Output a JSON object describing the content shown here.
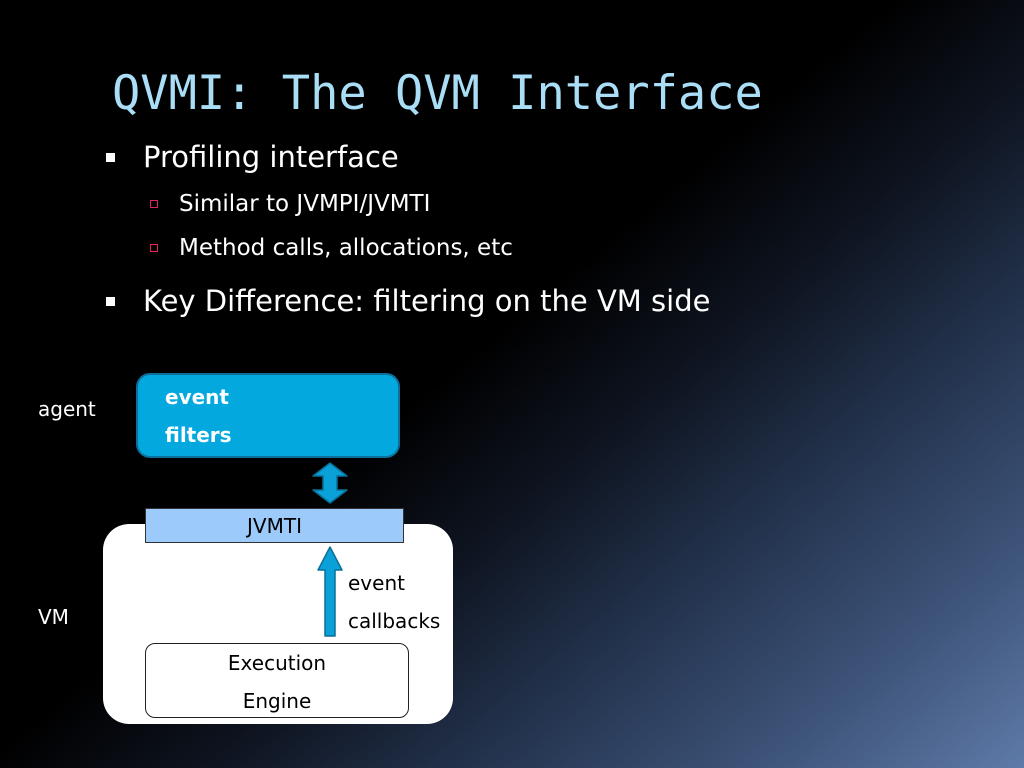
{
  "slide": {
    "title": "QVMI: The QVM Interface",
    "bullets": [
      {
        "text": "Profiling interface",
        "sub": [
          "Similar to JVMPI/JVMTI",
          "Method calls, allocations, etc"
        ]
      },
      {
        "text": "Key Difference: filtering on the VM side",
        "sub": []
      }
    ]
  },
  "diagram": {
    "agent_label": "agent",
    "vm_label": "VM",
    "agent_box": {
      "line1": "event",
      "line2": "filters"
    },
    "jvmti_label": "JVMTI",
    "callbacks": {
      "line1": "event",
      "line2": "callbacks"
    },
    "engine": {
      "line1": "Execution",
      "line2": "Engine"
    }
  },
  "colors": {
    "title": "#a9def6",
    "agent_fill": "#03a8de",
    "jvmti_fill": "#9ccafa",
    "arrow_fill": "#0aa0d8",
    "sub_bullet_marker": "#e0226a"
  }
}
